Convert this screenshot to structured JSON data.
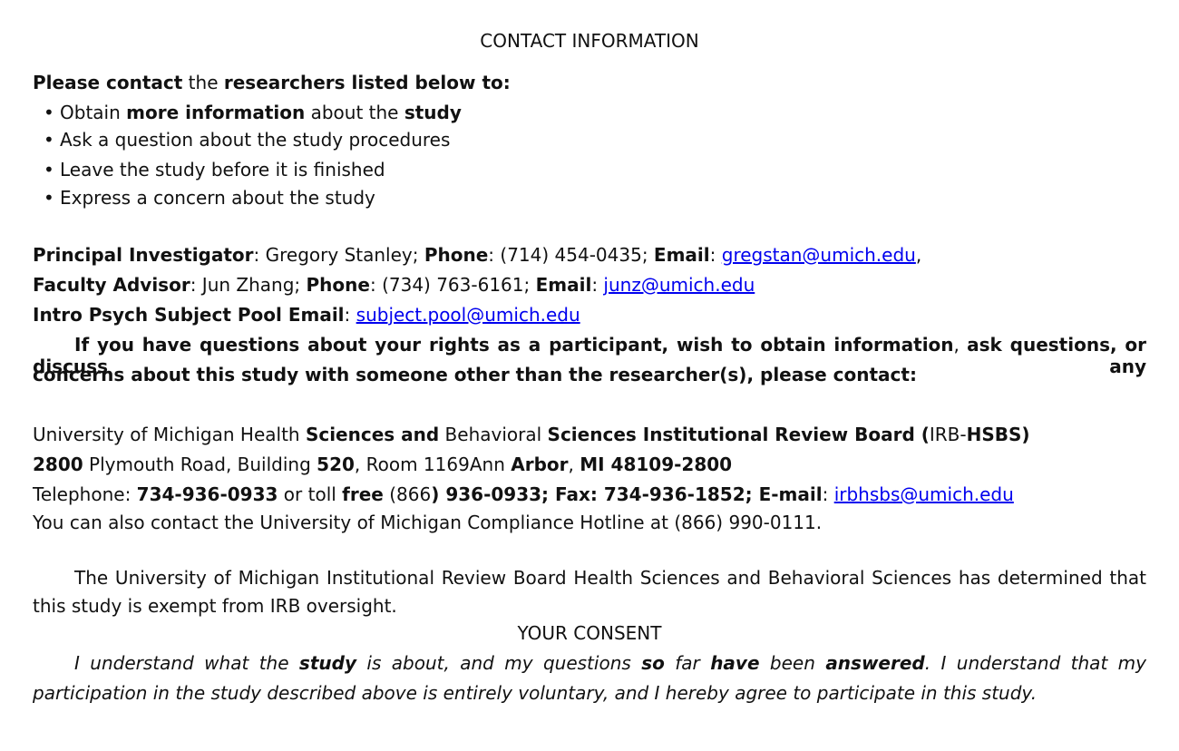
{
  "contact": {
    "heading": "CONTACT INFORMATION",
    "intro": {
      "a": "Please contact",
      "b": " the ",
      "c": "researchers listed below to:"
    },
    "bullet_symbol": "•",
    "bullets": {
      "b1": {
        "a": "Obtain ",
        "b": "more information",
        "c": " about the ",
        "d": "study"
      },
      "b2": "Ask a question about the study procedures",
      "b3": "Leave the study before it is finished",
      "b4": "Express a concern about the study"
    },
    "pi": {
      "label": "Principal Investigator",
      "name": ": Gregory Stanley; ",
      "phone_label": "Phone",
      "phone": ": (714) 454-0435; ",
      "email_label": "Email",
      "sep": ": ",
      "email": "gregstan@umich.edu",
      "trail": ","
    },
    "advisor": {
      "label": "Faculty Advisor",
      "name": ": Jun Zhang; ",
      "phone_label": "Phone",
      "phone": ": (734) 763-6161; ",
      "email_label": "Email",
      "sep": ": ",
      "email": "junz@umich.edu"
    },
    "pool": {
      "label": "Intro Psych Subject Pool Email",
      "sep": ": ",
      "email": "subject.pool@umich.edu"
    },
    "rights": {
      "a": "If you have questions about your rights as a participant,  wish to obtain information",
      "b": ", ",
      "c": "ask questions, or discuss any",
      "line2": "concerns about this study with someone other than the researcher(s), please contact:"
    }
  },
  "irb": {
    "line1": {
      "a": "University of Michigan Health ",
      "b": "Sciences and",
      "c": " Behavioral ",
      "d": "Sciences Institutional Review Board (",
      "e": "IRB-",
      "f": "HSBS)"
    },
    "line2": {
      "a": "2800",
      "b": " Plymouth Road, Building ",
      "c": "520",
      "d": ", Room 1169Ann ",
      "e": "Arbor",
      "f": ", ",
      "g": "MI 48109-2800"
    },
    "line3": {
      "a": "Telephone: ",
      "b": "734-936-0933",
      "c": " or toll ",
      "d": "free",
      "e": " (866",
      "f": ") 936-0933; Fax: 734-936-1852; E-mail",
      "g": ": ",
      "email": "irbhsbs@umich.edu"
    },
    "hotline": "You can also contact the University of Michigan Compliance Hotline at (866) 990-0111.",
    "exempt": {
      "line1": "The University of Michigan Institutional Review Board Health Sciences and Behavioral Sciences has determined that",
      "line2": "this study is exempt from IRB oversight."
    }
  },
  "consent": {
    "heading": "YOUR CONSENT",
    "line1": {
      "a": " I understand what the ",
      "b": "study",
      "c": " is about, and my questions ",
      "d": "so",
      "e": " far ",
      "f": "have",
      "g": " been ",
      "h": "answered",
      "i": ".  I understand that my"
    },
    "line2": "participation in the study described above is entirely voluntary, and I hereby agree to participate in this study."
  }
}
